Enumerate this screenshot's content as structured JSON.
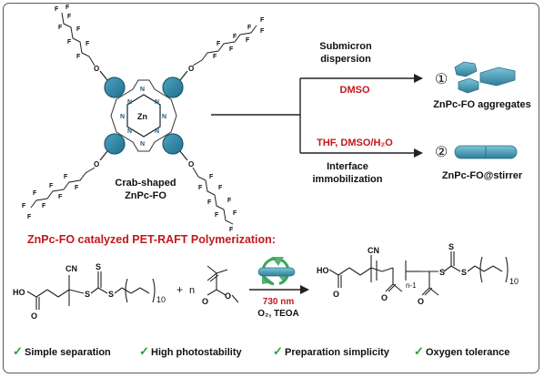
{
  "molecule": {
    "name_line1": "Crab-shaped",
    "name_line2": "ZnPc-FO",
    "metal": "Zn",
    "ring_nitrogen": "N",
    "fluorine": "F",
    "oxygen": "O"
  },
  "route_1": {
    "above_label_line1": "Submicron",
    "above_label_line2": "dispersion",
    "solvent": "DMSO",
    "number": "①",
    "product": "ZnPc-FO aggregates"
  },
  "route_2": {
    "solvent": "THF, DMSO/H₂O",
    "below_label_line1": "Interface",
    "below_label_line2": "immobilization",
    "number": "②",
    "product": "ZnPc-FO@stirrer"
  },
  "reaction": {
    "title": "ZnPc-FO catalyzed PET-RAFT Polymerization:",
    "cta_cn": "CN",
    "cta_ho": "HO",
    "cta_s": "S",
    "repeat_10": "10",
    "plus": "+",
    "n": "n",
    "wavelength": "730 nm",
    "conditions": "O₂, TEOA",
    "n_minus_1": "n-1"
  },
  "colors": {
    "accent_red": "#c0191c",
    "check_green": "#2e9e3a",
    "teal_object": "#3c8ea8",
    "recycle_green": "#3aa65a"
  },
  "benefits": [
    {
      "icon": "check-icon",
      "label": "Simple separation"
    },
    {
      "icon": "check-icon",
      "label": "High photostability"
    },
    {
      "icon": "check-icon",
      "label": "Preparation simplicity"
    },
    {
      "icon": "check-icon",
      "label": "Oxygen tolerance"
    }
  ]
}
